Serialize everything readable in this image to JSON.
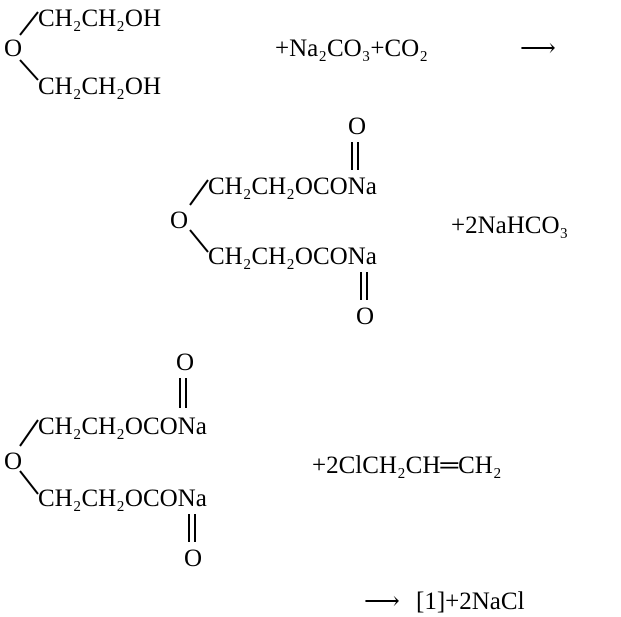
{
  "reaction1": {
    "ether_o": "O",
    "arm_top": "CH₂CH₂OH",
    "arm_bottom": "CH₂CH₂OH",
    "reagents": "+Na₂CO₃+CO₂",
    "arrow": "⟶"
  },
  "reaction1_product": {
    "ether_o": "O",
    "carbonyl_top": "O",
    "arm_top": "CH₂CH₂OCONa",
    "arm_bottom": "CH₂CH₂OCONa",
    "carbonyl_bottom": "O",
    "byproduct": "+2NaHCO₃"
  },
  "reaction2": {
    "ether_o": "O",
    "carbonyl_top": "O",
    "arm_top": "CH₂CH₂OCONa",
    "arm_bottom": "CH₂CH₂OCONa",
    "carbonyl_bottom": "O",
    "reagent": "+2ClCH₂CH═CH₂",
    "arrow": "⟶",
    "product": "[1]+2NaCl"
  }
}
